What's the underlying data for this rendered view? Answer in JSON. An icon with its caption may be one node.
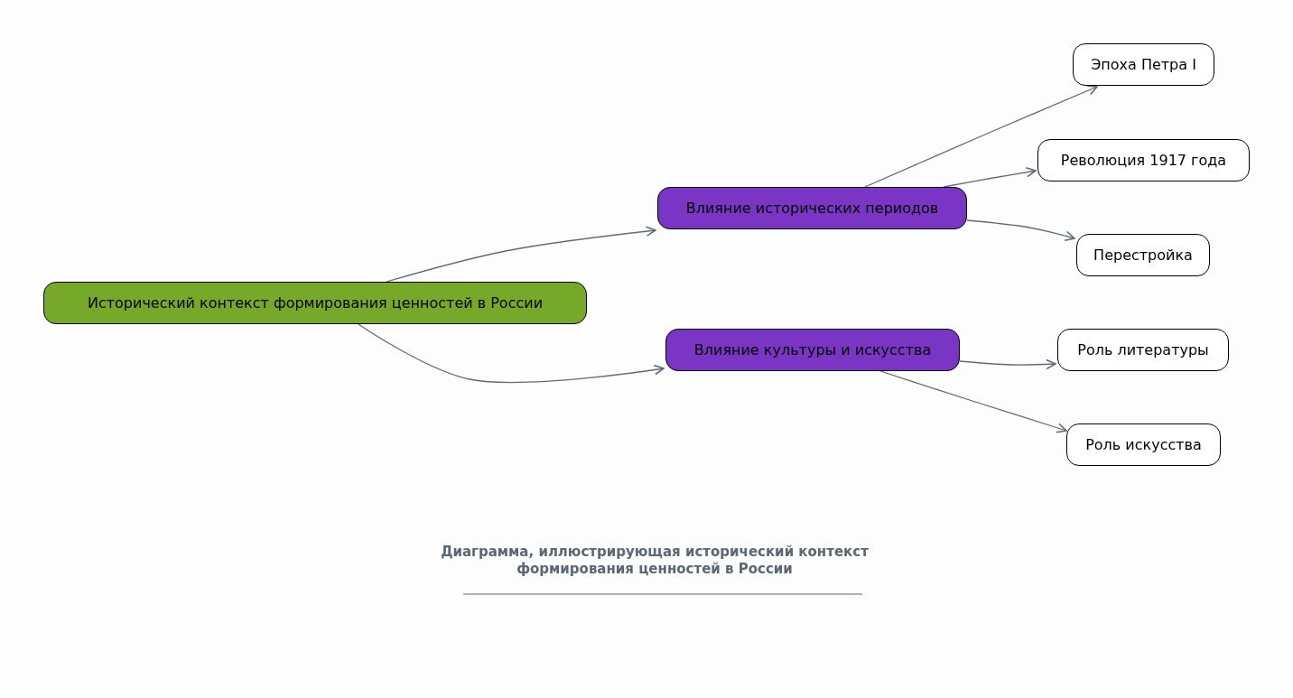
{
  "diagram": {
    "caption": "Диаграмма, иллюстрирующая исторический контекст формирования ценностей в России",
    "nodes": [
      {
        "text": [
          "Исторический контекст формирования ценностей в России"
        ]
      },
      {
        "text": [
          "Влияние исторических периодов"
        ]
      },
      {
        "text": [
          "Эпоха Петра I"
        ]
      },
      {
        "text": [
          "Революция 1917 года"
        ]
      },
      {
        "text": [
          "Перестройка"
        ]
      },
      {
        "text": [
          "Влияние культуры и искусства"
        ]
      },
      {
        "text": [
          "Роль литературы"
        ]
      },
      {
        "text": [
          "Роль искусства"
        ]
      }
    ],
    "edges": [
      {
        "from": 0,
        "to": 1,
        "arrow": "to"
      },
      {
        "from": 1,
        "to": 2,
        "arrow": "to"
      },
      {
        "from": 1,
        "to": 3,
        "arrow": "to"
      },
      {
        "from": 1,
        "to": 4,
        "arrow": "to"
      },
      {
        "from": 0,
        "to": 5,
        "arrow": "to"
      },
      {
        "from": 5,
        "to": 6,
        "arrow": "to"
      },
      {
        "from": 5,
        "to": 7,
        "arrow": "to"
      }
    ]
  }
}
